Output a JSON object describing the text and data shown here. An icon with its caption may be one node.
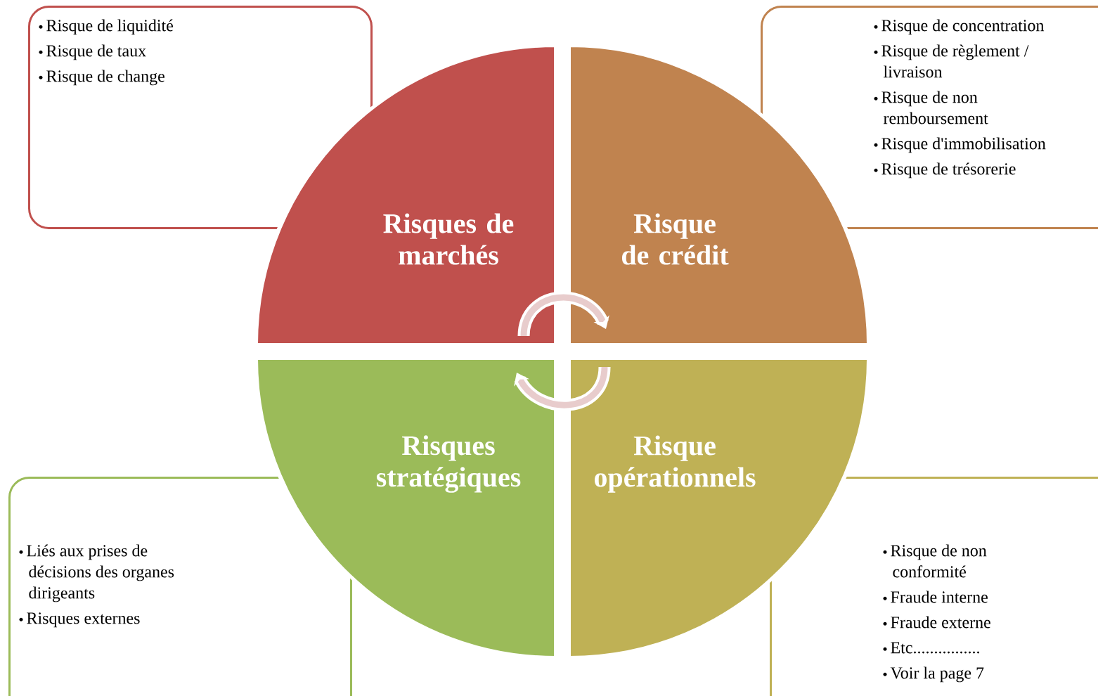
{
  "diagram": {
    "nodes": [
      {
        "text": [
          "Risque de liquidité",
          "Risque de taux",
          "Risque de change"
        ]
      },
      {
        "text": [
          "Risque de concentration",
          "Risque de règlement / livraison",
          "Risque de non remboursement",
          "Risque d'immobilisation",
          "Risque de trésorerie"
        ]
      },
      {
        "text": [
          "Risques de marchés"
        ]
      },
      {
        "text": [
          "Risque de crédit"
        ]
      },
      {
        "text": [
          "Risques stratégiques"
        ]
      },
      {
        "text": [
          "Risque opérationnels"
        ]
      },
      {
        "text": [
          "Liés aux prises de décisions des organes dirigeants",
          "Risques externes"
        ]
      },
      {
        "text": [
          "Risque de non conformité",
          "Fraude interne",
          "Fraude externe",
          "Etc................",
          "Voir la page 7"
        ]
      }
    ],
    "edges": [
      {
        "from": 2,
        "to": 3,
        "arrow": "to"
      },
      {
        "from": 5,
        "to": 4,
        "arrow": "to"
      }
    ]
  }
}
